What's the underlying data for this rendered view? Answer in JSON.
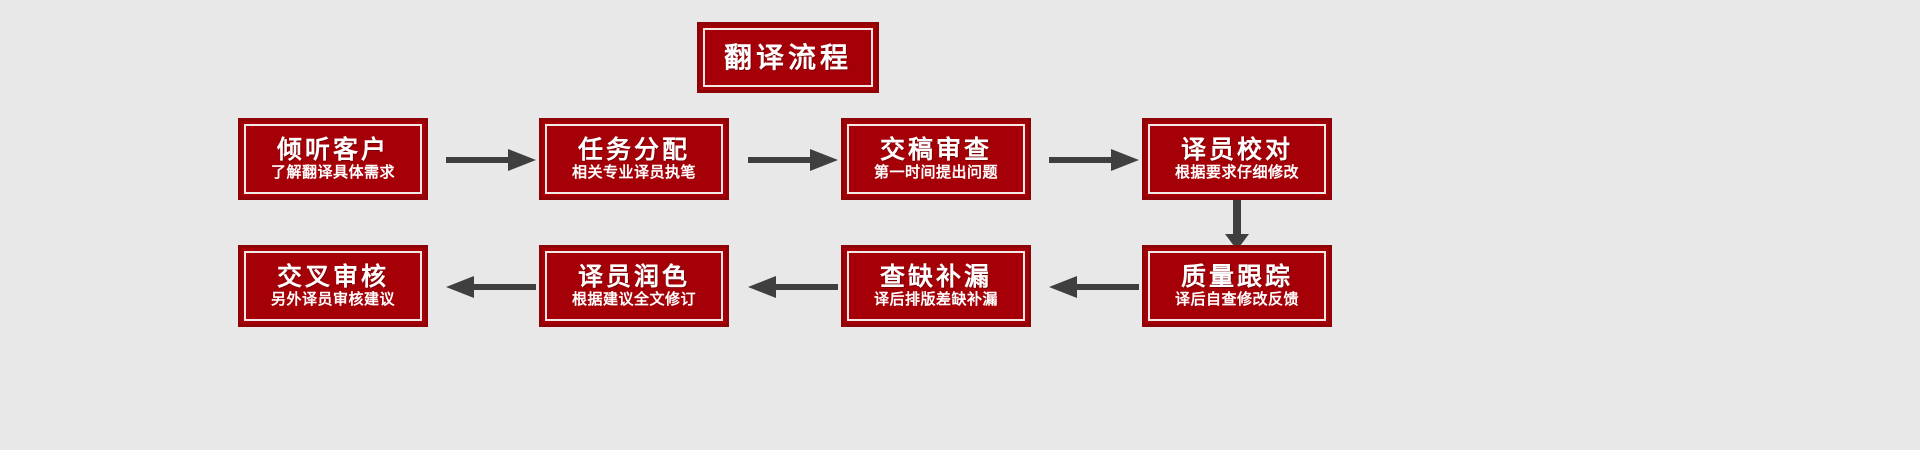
{
  "diagram": {
    "title": "翻译流程",
    "background_color": "#e8e8e8",
    "box_fill_color": "#a50007",
    "box_border_color": "#8f0206",
    "box_inner_border_color": "#f2e9e6",
    "text_color": "#ffffff",
    "arrow_color": "#3f3f3f"
  },
  "nodes": [
    {
      "title": "倾听客户",
      "sub": "了解翻译具体需求"
    },
    {
      "title": "任务分配",
      "sub": "相关专业译员执笔"
    },
    {
      "title": "交稿审查",
      "sub": "第一时间提出问题"
    },
    {
      "title": "译员校对",
      "sub": "根据要求仔细修改"
    },
    {
      "title": "质量跟踪",
      "sub": "译后自查修改反馈"
    },
    {
      "title": "查缺补漏",
      "sub": "译后排版差缺补漏"
    },
    {
      "title": "译员润色",
      "sub": "根据建议全文修订"
    },
    {
      "title": "交叉审核",
      "sub": "另外译员审核建议"
    }
  ],
  "arrows": [
    {
      "name": "arrow-listen-to-assign",
      "direction": "right"
    },
    {
      "name": "arrow-assign-to-review",
      "direction": "right"
    },
    {
      "name": "arrow-review-to-proofread",
      "direction": "right"
    },
    {
      "name": "arrow-proofread-to-quality",
      "direction": "down"
    },
    {
      "name": "arrow-quality-to-gapfill",
      "direction": "left"
    },
    {
      "name": "arrow-gapfill-to-polish",
      "direction": "left"
    },
    {
      "name": "arrow-polish-to-crosscheck",
      "direction": "left"
    }
  ]
}
